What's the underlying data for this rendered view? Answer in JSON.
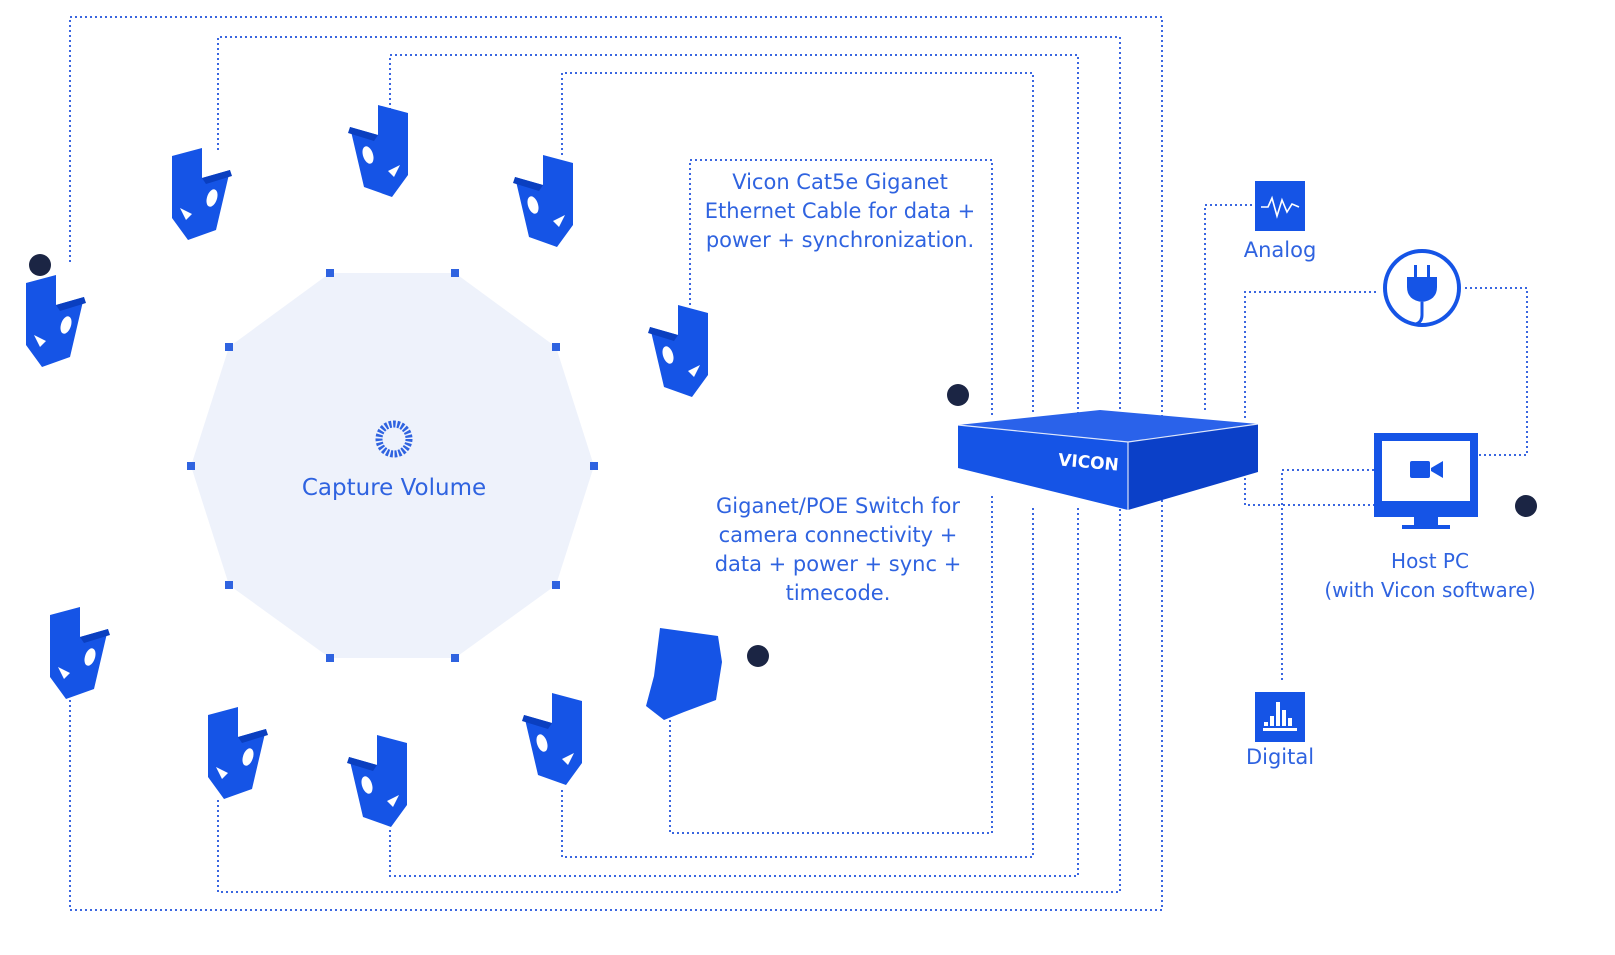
{
  "capture_volume": {
    "label": "Capture Volume"
  },
  "cable_note": {
    "line1": "Vicon Cat5e Giganet",
    "line2": "Ethernet Cable for data +",
    "line3": "power + synchronization."
  },
  "switch_note": {
    "line1": "Giganet/POE Switch for",
    "line2": "camera connectivity +",
    "line3": "data + power + sync +",
    "line4": "timecode."
  },
  "switch": {
    "brand": "VICON"
  },
  "devices": {
    "analog": "Analog",
    "digital": "Digital",
    "host_pc_line1": "Host PC",
    "host_pc_line2": "(with Vicon software)"
  },
  "icons": {
    "camera": "motion-capture-camera-icon",
    "lens_camera": "video-camera-icon",
    "analog": "waveform-icon",
    "digital": "bar-signal-icon",
    "power": "power-plug-icon",
    "host_pc": "monitor-video-icon",
    "capture": "dotted-ring-icon"
  },
  "colors": {
    "primary_blue": "#1554e6",
    "text_blue": "#2f63e0",
    "dotted_line": "#3a66e0",
    "volume_fill": "#eef2fb",
    "marker_dot": "#1b2544"
  }
}
